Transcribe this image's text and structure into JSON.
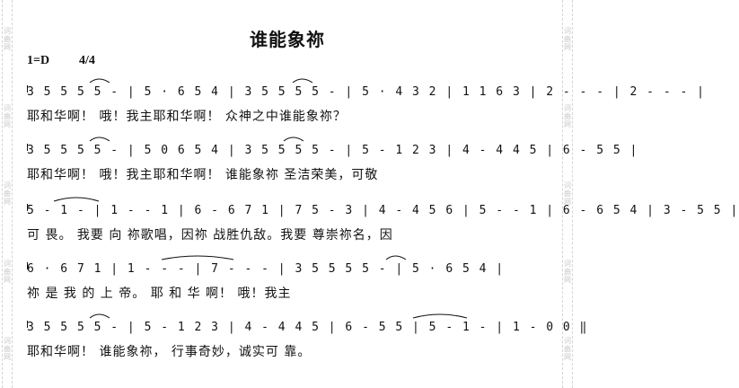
{
  "watermark": "词曲网",
  "title": "谁能象祢",
  "key": "1=D",
  "meter": "4/4",
  "rows": [
    {
      "notes": "3 5 5 5 5 - | 5 · 6   5 4 | 3 5 5 5 5 - | 5 · 4 3 2 | 1 1 6 3 | 2 - - - | 2 - - - |",
      "lyrics": "耶和华啊！    哦！我主耶和华啊！    众神之中谁能象祢？"
    },
    {
      "notes": "3 5 5 5 5 - | 5 0 6   5 4 | 3 5 5 5 5 - | 5 - 1 2 3 | 4 - 4 4 5 | 6 - 5 5 |",
      "lyrics": "耶和华啊！      哦！我主耶和华啊！      谁能象祢 圣洁荣美，可敬"
    },
    {
      "notes": "5 - 1 - | 1 - - 1 | 6 - 6 7 1 | 7 5 - 3 | 4 - 4 5 6 | 5 - - 1 | 6 - 6 5 4 | 3 - 5 5 |",
      "lyrics": "可 畏。    我要 向  祢歌唱，因祢 战胜仇敌。我要 尊崇祢名，因"
    },
    {
      "notes": "6 · 6 7 1 | 1 - - - | 7 - - - | 3 5 5 5 5 - | 5 · 6   5 4 |",
      "lyrics": "祢  是 我 的 上 帝。           耶 和 华 啊！      哦！我主"
    },
    {
      "notes": "3 5 5 5 5 - | 5 - 1 2 3 | 4 - 4 4 5 | 6 - 5 5 | 5 - 1 - | 1 - 0 0 ‖",
      "lyrics": "耶和华啊！    谁能象祢，   行事奇妙，诚实可  靠。"
    }
  ]
}
